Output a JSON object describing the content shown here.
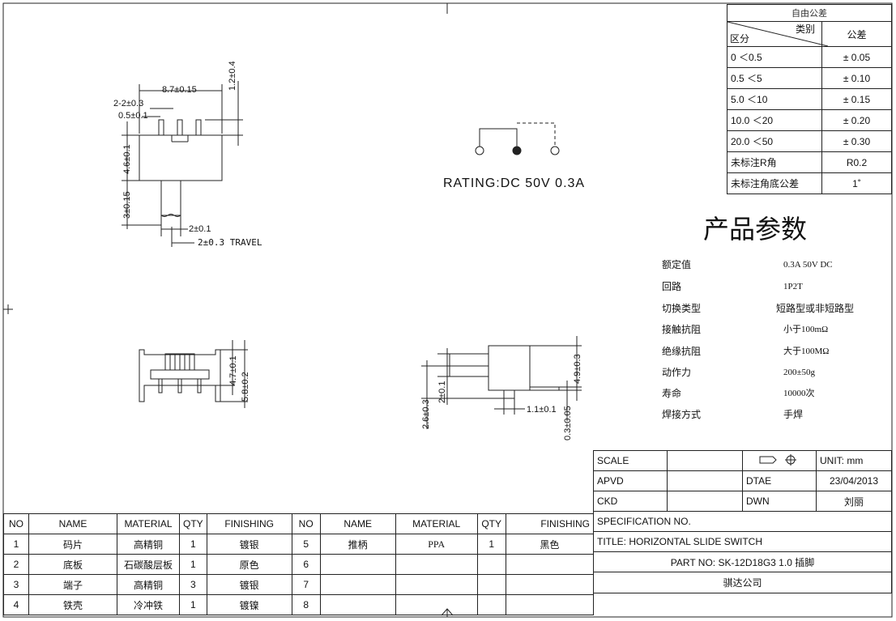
{
  "tolerance": {
    "header_title": "自由公差",
    "category": "类别",
    "division": "区分",
    "tolerance_col": "公差",
    "rows": [
      {
        "range": "0    ＜0.5",
        "tol": "± 0.05"
      },
      {
        "range": "0.5    ＜5",
        "tol": "± 0.10"
      },
      {
        "range": "5.0    ＜10",
        "tol": "± 0.15"
      },
      {
        "range": "10.0   ＜20",
        "tol": "± 0.20"
      },
      {
        "range": "20.0   ＜50",
        "tol": "± 0.30"
      },
      {
        "range": "未标注R角",
        "tol": "R0.2"
      },
      {
        "range": "未标注角底公差",
        "tol": "1˚"
      }
    ]
  },
  "rating": "RATING:DC  50V  0.3A",
  "dims": {
    "top_width": "8.7±0.15",
    "pitch": "2-2±0.3",
    "pin_w": "0.5±0.1",
    "pin_h": "1.2±0.4",
    "body_h": "4.6±0.1",
    "lever_h": "3±0.15",
    "lever_w": "2±0.1",
    "travel": "2±0.3  TRAVEL",
    "side_h1": "4.7±0.1",
    "side_h2": "5.8±0.2",
    "r_h1": "4.9±0.3",
    "r_h2": "2±0.1",
    "r_h3": "2.6±0.3",
    "r_w": "1.1±0.1",
    "r_t": "0.3±0.05"
  },
  "params": {
    "title": "产品参数",
    "rows": [
      {
        "k": "额定值",
        "v": "0.3A  50V  DC"
      },
      {
        "k": "回路",
        "v": "1P2T"
      },
      {
        "k": "切换类型",
        "v": "短路型或非短路型"
      },
      {
        "k": "接触抗阻",
        "v": "小于100mΩ"
      },
      {
        "k": "绝缘抗阻",
        "v": "大于100MΩ"
      },
      {
        "k": "动作力",
        "v": "200±50g"
      },
      {
        "k": "寿命",
        "v": "10000次"
      },
      {
        "k": "焊接方式",
        "v": "手焊"
      }
    ]
  },
  "titleblock": {
    "scale": "SCALE",
    "unit": "UNIT: mm",
    "apvd": "APVD",
    "dtae": "DTAE",
    "date": "23/04/2013",
    "ckd": "CKD",
    "dwn": "DWN",
    "drawer": "刘丽",
    "spec": "SPECIFICATION  NO.",
    "title": "TITLE:       HORIZONTAL  SLIDE  SWITCH",
    "part": "PART  NO:         SK-12D18G3  1.0  插脚",
    "company": "骐达公司"
  },
  "bom": {
    "headers": [
      "NO",
      "NAME",
      "MATERIAL",
      "QTY",
      "FINISHING",
      "NO",
      "NAME",
      "MATERIAL",
      "QTY",
      "FINISHING"
    ],
    "rows": [
      [
        "1",
        "码片",
        "高精铜",
        "1",
        "镀银",
        "5",
        "推柄",
        "PPA",
        "1",
        "黑色"
      ],
      [
        "2",
        "底板",
        "石碳酸层板",
        "1",
        "原色",
        "6",
        "",
        "",
        "",
        ""
      ],
      [
        "3",
        "端子",
        "高精铜",
        "3",
        "镀银",
        "7",
        "",
        "",
        "",
        ""
      ],
      [
        "4",
        "铁壳",
        "冷冲铁",
        "1",
        "镀镍",
        "8",
        "",
        "",
        "",
        ""
      ]
    ]
  }
}
